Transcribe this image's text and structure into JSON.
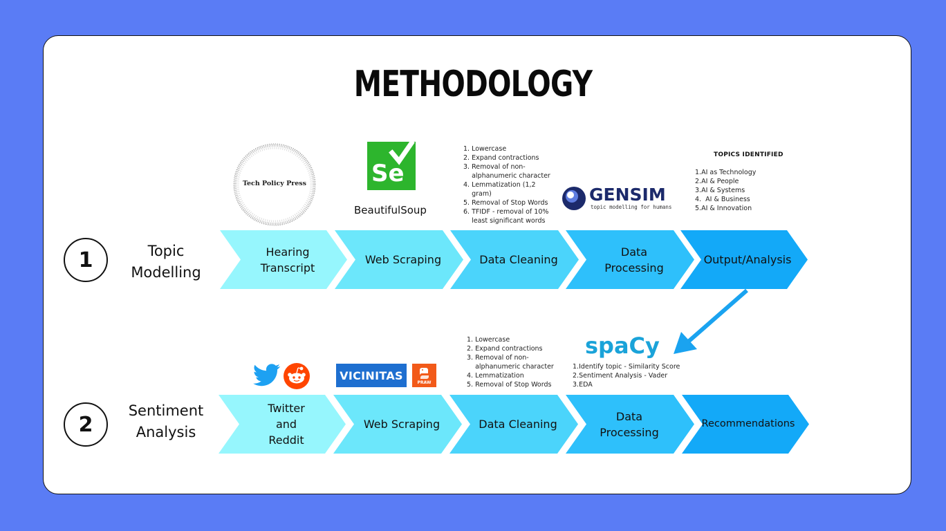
{
  "title": "METHODOLOGY",
  "colors": {
    "background": "#5a7cf5",
    "chevron_1": "#96f6fd",
    "chevron_2": "#6ce7fb",
    "chevron_3": "#4bd4fb",
    "chevron_4": "#2ec0fb",
    "chevron_5": "#13a9f8",
    "arrow": "#1aa3f0",
    "spacy": "#1aa3d9"
  },
  "row1": {
    "number": "1",
    "label_line1": "Topic",
    "label_line2": "Modelling",
    "steps": [
      {
        "line1": "Hearing",
        "line2": "Transcript"
      },
      {
        "line1": "Web Scraping",
        "line2": ""
      },
      {
        "line1": "Data Cleaning",
        "line2": ""
      },
      {
        "line1": "Data",
        "line2": "Processing"
      },
      {
        "line1": "Output/Analysis",
        "line2": ""
      }
    ],
    "logos": {
      "tech_policy_press": "Tech Policy Press",
      "selenium": "Se",
      "beautifulsoup": "BeautifulSoup",
      "gensim": "GENSIM",
      "gensim_tagline": "topic modelling for humans"
    },
    "cleaning_list": [
      "1. Lowercase",
      "2. Expand contractions",
      "3. Removal of non-",
      "    alphanumeric character",
      "4. Lemmatization (1,2",
      "    gram)",
      "5. Removal of Stop Words",
      "6. TFIDF - removal of 10%",
      "    least significant words"
    ],
    "topics_heading": "TOPICS IDENTIFIED",
    "topics": [
      "1.AI as Technology",
      "2.AI & People",
      "3.AI & Systems",
      "4.  AI & Business",
      "5.AI & Innovation"
    ]
  },
  "row2": {
    "number": "2",
    "label_line1": "Sentiment",
    "label_line2": "Analysis",
    "steps": [
      {
        "line1": "Twitter",
        "line2": "and",
        "line3": "Reddit"
      },
      {
        "line1": "Web Scraping",
        "line2": ""
      },
      {
        "line1": "Data Cleaning",
        "line2": ""
      },
      {
        "line1": "Data",
        "line2": "Processing"
      },
      {
        "line1": "Recommendations",
        "line2": ""
      }
    ],
    "logos": {
      "vicinitas": "VICINITAS",
      "praw": "PRAW",
      "spacy": "spaCy"
    },
    "cleaning_list": [
      "1. Lowercase",
      "2. Expand contractions",
      "3. Removal of non-",
      "    alphanumeric character",
      "4. Lemmatization",
      "5. Removal of Stop Words"
    ],
    "analysis_list": [
      "1.Identify topic - Similarity Score",
      "2.Sentiment Analysis - Vader",
      "3.EDA"
    ]
  }
}
